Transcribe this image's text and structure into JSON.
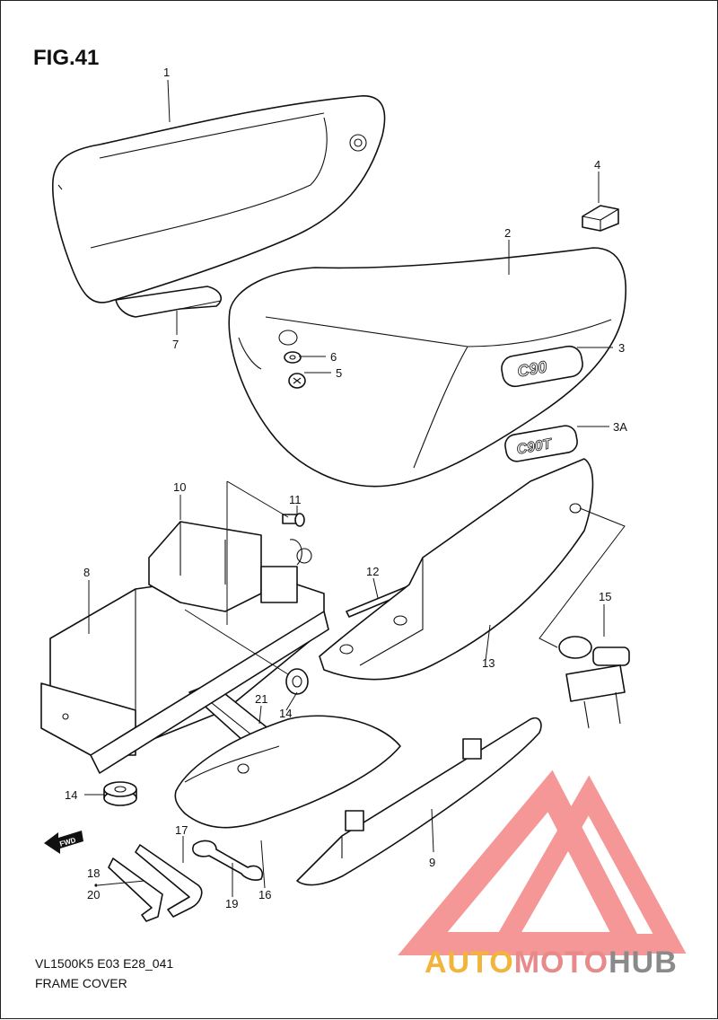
{
  "figure": {
    "title": "FIG.41",
    "model_code": "VL1500K5 E03 E28_041",
    "section_name": "FRAME COVER"
  },
  "callouts": [
    {
      "id": "c1",
      "label": "1"
    },
    {
      "id": "c2",
      "label": "2"
    },
    {
      "id": "c3",
      "label": "3"
    },
    {
      "id": "c3a",
      "label": "3A"
    },
    {
      "id": "c4",
      "label": "4"
    },
    {
      "id": "c5",
      "label": "5"
    },
    {
      "id": "c6",
      "label": "6"
    },
    {
      "id": "c7",
      "label": "7"
    },
    {
      "id": "c8",
      "label": "8"
    },
    {
      "id": "c9",
      "label": "9"
    },
    {
      "id": "c10",
      "label": "10"
    },
    {
      "id": "c11",
      "label": "11"
    },
    {
      "id": "c12",
      "label": "12"
    },
    {
      "id": "c13",
      "label": "13"
    },
    {
      "id": "c14a",
      "label": "14"
    },
    {
      "id": "c14b",
      "label": "14"
    },
    {
      "id": "c15",
      "label": "15"
    },
    {
      "id": "c16",
      "label": "16"
    },
    {
      "id": "c17",
      "label": "17"
    },
    {
      "id": "c18",
      "label": "18"
    },
    {
      "id": "c19",
      "label": "19"
    },
    {
      "id": "c20",
      "label": "20"
    },
    {
      "id": "c21",
      "label": "21"
    }
  ],
  "emblems": {
    "c90_badge": "C90",
    "c90t_badge": "C90T"
  },
  "fwd_marker": "FWD",
  "watermark": {
    "part1": "AUTO",
    "part2": "MOTO",
    "part3": "HUB",
    "colors": {
      "auto": "#f2b43a",
      "moto": "#e88a8a",
      "hub": "#8a8a8a",
      "triangle": "#f48c8c"
    }
  }
}
